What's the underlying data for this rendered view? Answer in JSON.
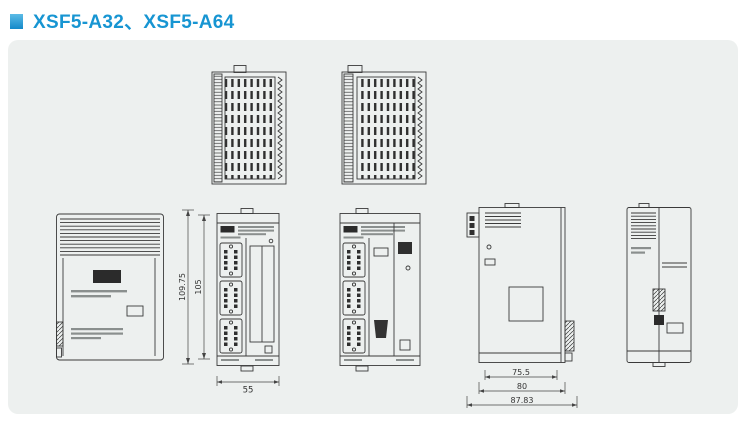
{
  "page": {
    "title": "XSF5-A32、XSF5-A64"
  },
  "theme": {
    "accent": "#1795d2",
    "panel_bg": "#edf0ef",
    "line": "#3a3a3a"
  },
  "dimensions": {
    "overall_height": "109.75",
    "body_height": "105",
    "front_width": "55",
    "depth_inner": "75.5",
    "depth_mid": "80",
    "depth_overall": "87.83"
  }
}
